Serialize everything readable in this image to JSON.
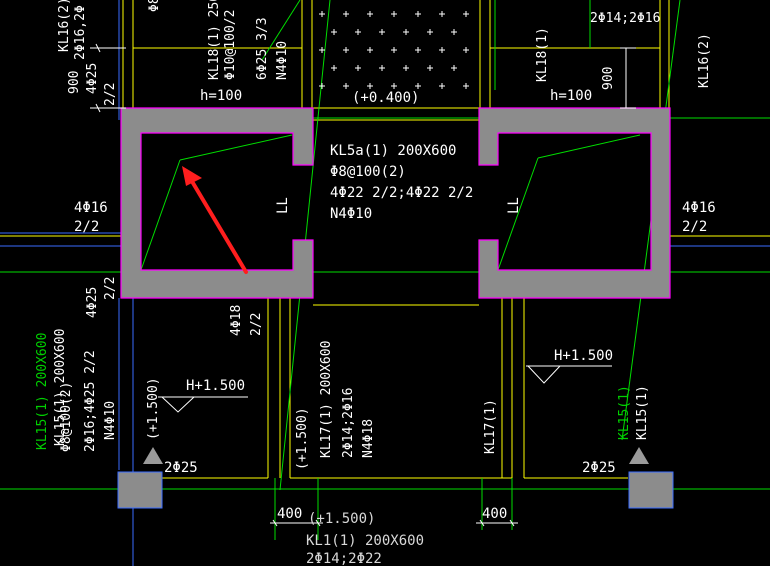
{
  "colors": {
    "background": "#000000",
    "beam_line": "#ffff00",
    "text_primary": "#ffffff",
    "text_secondary": "#d8d8d8",
    "green_line": "#00dd00",
    "green_text": "#00d000",
    "blue_line": "#3a6cff",
    "wall_fill": "#8c8c8c",
    "wall_outline": "#ff00ff",
    "arrow": "#ff1e1e"
  },
  "labels": {
    "tl_beam": "KL16(2)",
    "tl_rebar": "2Φ16,2Φ",
    "tl_dim": "900",
    "tl_dim_rebar": "4Φ25",
    "tl_dim_split": "2/2",
    "top_beam_name": "KL18(1) 250",
    "top_beam_stirrup": "Φ10@100/2",
    "top_beam_side": "6Φ25 3/3",
    "top_beam_n": "N4Φ10",
    "top_beam_partial": "Φ8",
    "left_h": "h=100",
    "elevation_top": "(+0.400)",
    "kl5a_name": "KL5a(1) 200X600",
    "kl5a_stirrup": "Φ8@100(2)",
    "kl5a_rebar": "4Φ22 2/2;4Φ22 2/2",
    "kl5a_n": "N4Φ10",
    "ll_left": "LL",
    "ll_right": "LL",
    "left_4phi16": "4Φ16",
    "left_split": "2/2",
    "tr_beam": "KL18(1)",
    "tr_rebar": "2Φ14;2Φ16",
    "tr_dim": "900",
    "tr_kl16": "KL16(2)",
    "right_h": "h=100",
    "right_4phi16": "4Φ16",
    "right_split": "2/2",
    "l_4phi25": "4Φ25",
    "l_4phi25_split": "2/2",
    "kl15_green": "KL15(1) 200X600",
    "kl15_white": "KL15(1) 200X600",
    "kl15_stirrup": "Φ8@100(2)",
    "kl15_rebar": "2Φ16;4Φ25 2/2",
    "kl15_n": "N4Φ10",
    "mid_4phi18": "4Φ18",
    "mid_split": "2/2",
    "left_elev": "(+1.500)",
    "left_hplus": "H+1.500",
    "left_2phi25": "2Φ25",
    "kl17_elev": "(+1.500)",
    "kl17_name": "KL17(1) 200X600",
    "kl17_rebar": "2Φ14;2Φ16",
    "kl17_n": "N4Φ18",
    "kl17_right": "KL17(1)",
    "right_hplus": "H+1.500",
    "right_2phi25": "2Φ25",
    "kl15_right_green": "KL15(1)",
    "kl15_right_white": "KL15(1)",
    "dim_400_left": "400",
    "dim_400_right": "400",
    "bottom_elev": "(+1.500)",
    "bottom_beam": "KL1(1) 200X600",
    "bottom_rebar": "2Φ14;2Φ22"
  }
}
